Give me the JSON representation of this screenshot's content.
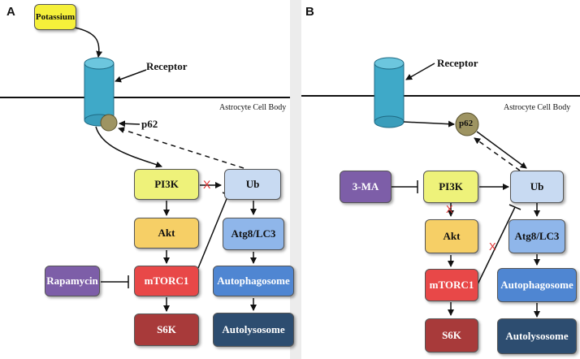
{
  "panel_a": {
    "label": "A",
    "potassium": "Potassium",
    "receptor": "Receptor",
    "cell_body": "Astrocyte Cell Body",
    "p62": "p62",
    "pi3k": "PI3K",
    "ub": "Ub",
    "akt": "Akt",
    "atg8": "Atg8/LC3",
    "rapamycin": "Rapamycin",
    "mtorc1": "mTORC1",
    "autophagosome": "Autophagosome",
    "s6k": "S6K",
    "autolysosome": "Autolysosome",
    "inhibition_mark": "X"
  },
  "panel_b": {
    "label": "B",
    "receptor": "Receptor",
    "cell_body": "Astrocyte Cell Body",
    "p62": "p62",
    "three_ma": "3-MA",
    "pi3k": "PI3K",
    "ub": "Ub",
    "akt": "Akt",
    "atg8": "Atg8/LC3",
    "mtorc1": "mTORC1",
    "autophagosome": "Autophagosome",
    "s6k": "S6K",
    "autolysosome": "Autolysosome",
    "inhibition_mark_1": "X",
    "inhibition_mark_2": "X"
  },
  "colors": {
    "potassium": "#f5f03a",
    "pi3k": "#eef27a",
    "akt": "#f6cf66",
    "mtorc1": "#e84848",
    "s6k": "#a83a3a",
    "ub": "#c8daf2",
    "atg8": "#8fb6ea",
    "autophagosome": "#4f86d2",
    "autolysosome": "#2d4d70",
    "drug": "#7d5ea8",
    "p62": "#9e9462",
    "receptor": "#3fa9c8",
    "red_mark": "#e03030"
  }
}
